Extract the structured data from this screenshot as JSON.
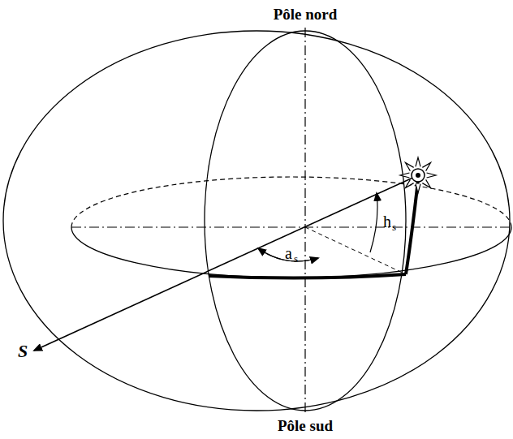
{
  "diagram": {
    "labels": [
      "Pôle nord",
      "Pôle sud",
      "S",
      "a",
      "s",
      "h",
      "s"
    ]
  }
}
